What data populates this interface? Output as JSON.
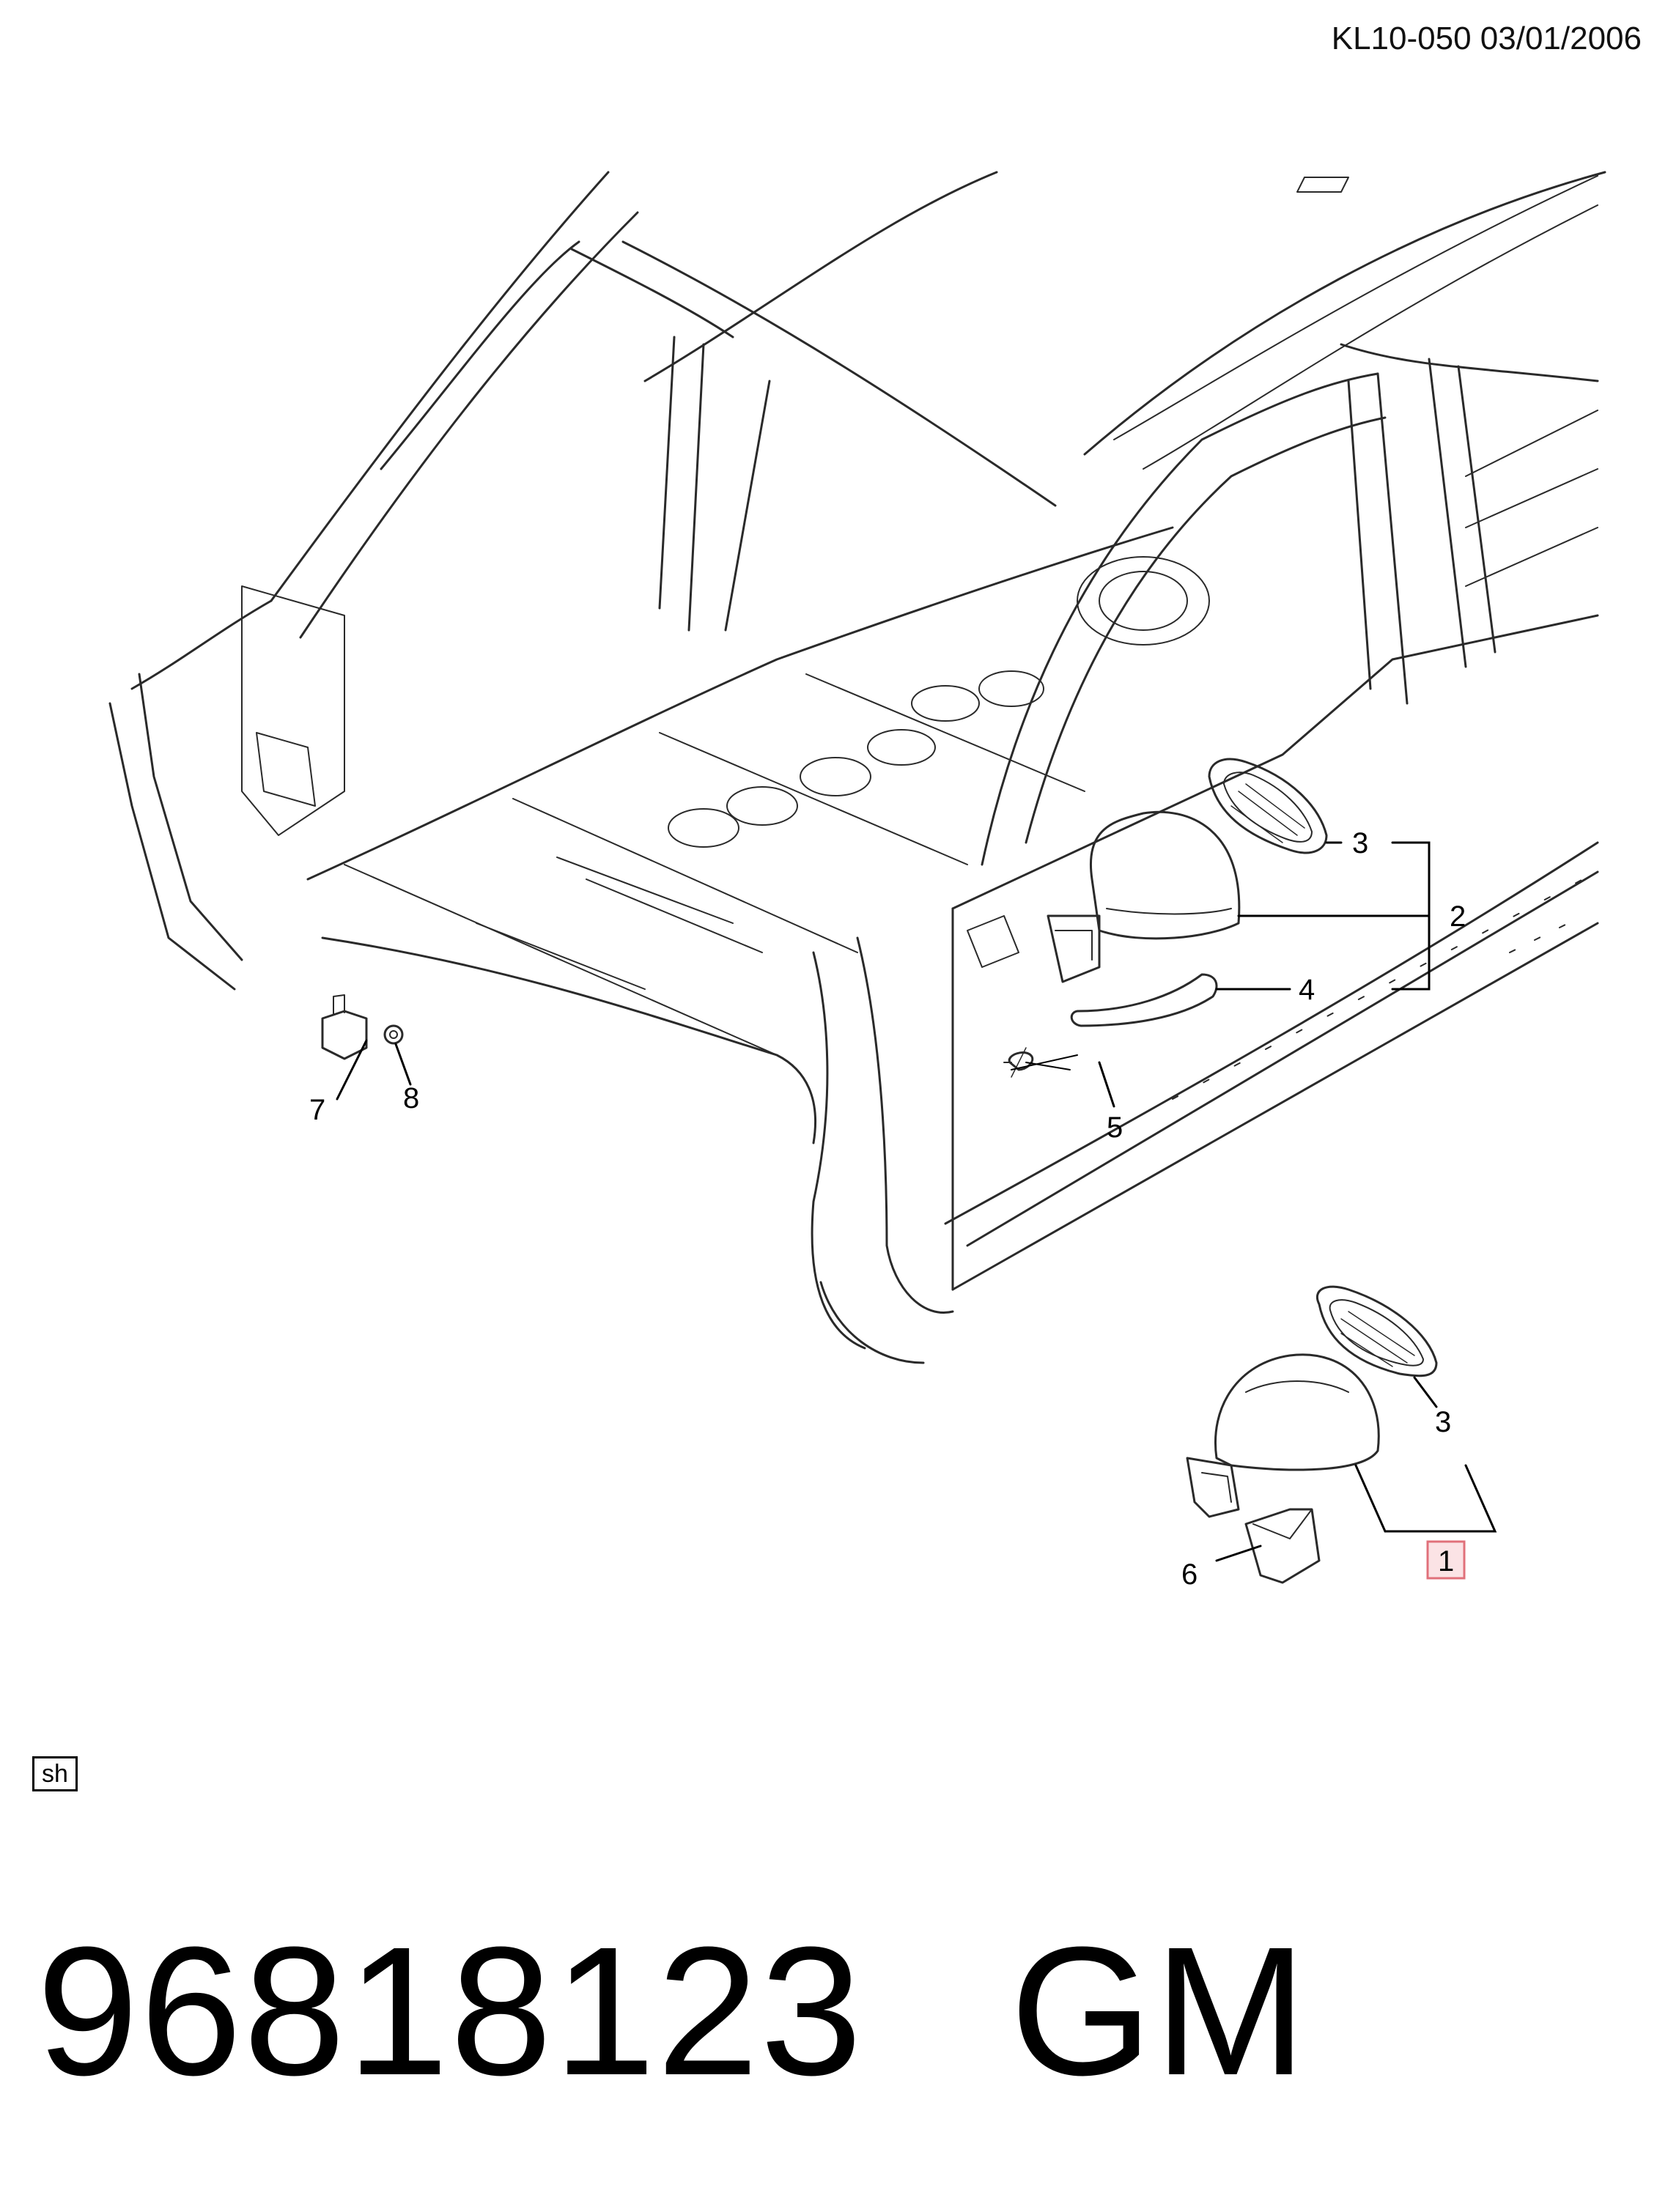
{
  "header": {
    "doc_id": "KL10-050  03/01/2006"
  },
  "callouts": {
    "c1": "1",
    "c2": "2",
    "c3a": "3",
    "c3b": "3",
    "c4": "4",
    "c5": "5",
    "c6": "6",
    "c7": "7",
    "c8": "8"
  },
  "highlight_color": "#e0707a",
  "sheet_tag": "sh",
  "footer": {
    "part_number": "96818123",
    "brand": "GM"
  }
}
